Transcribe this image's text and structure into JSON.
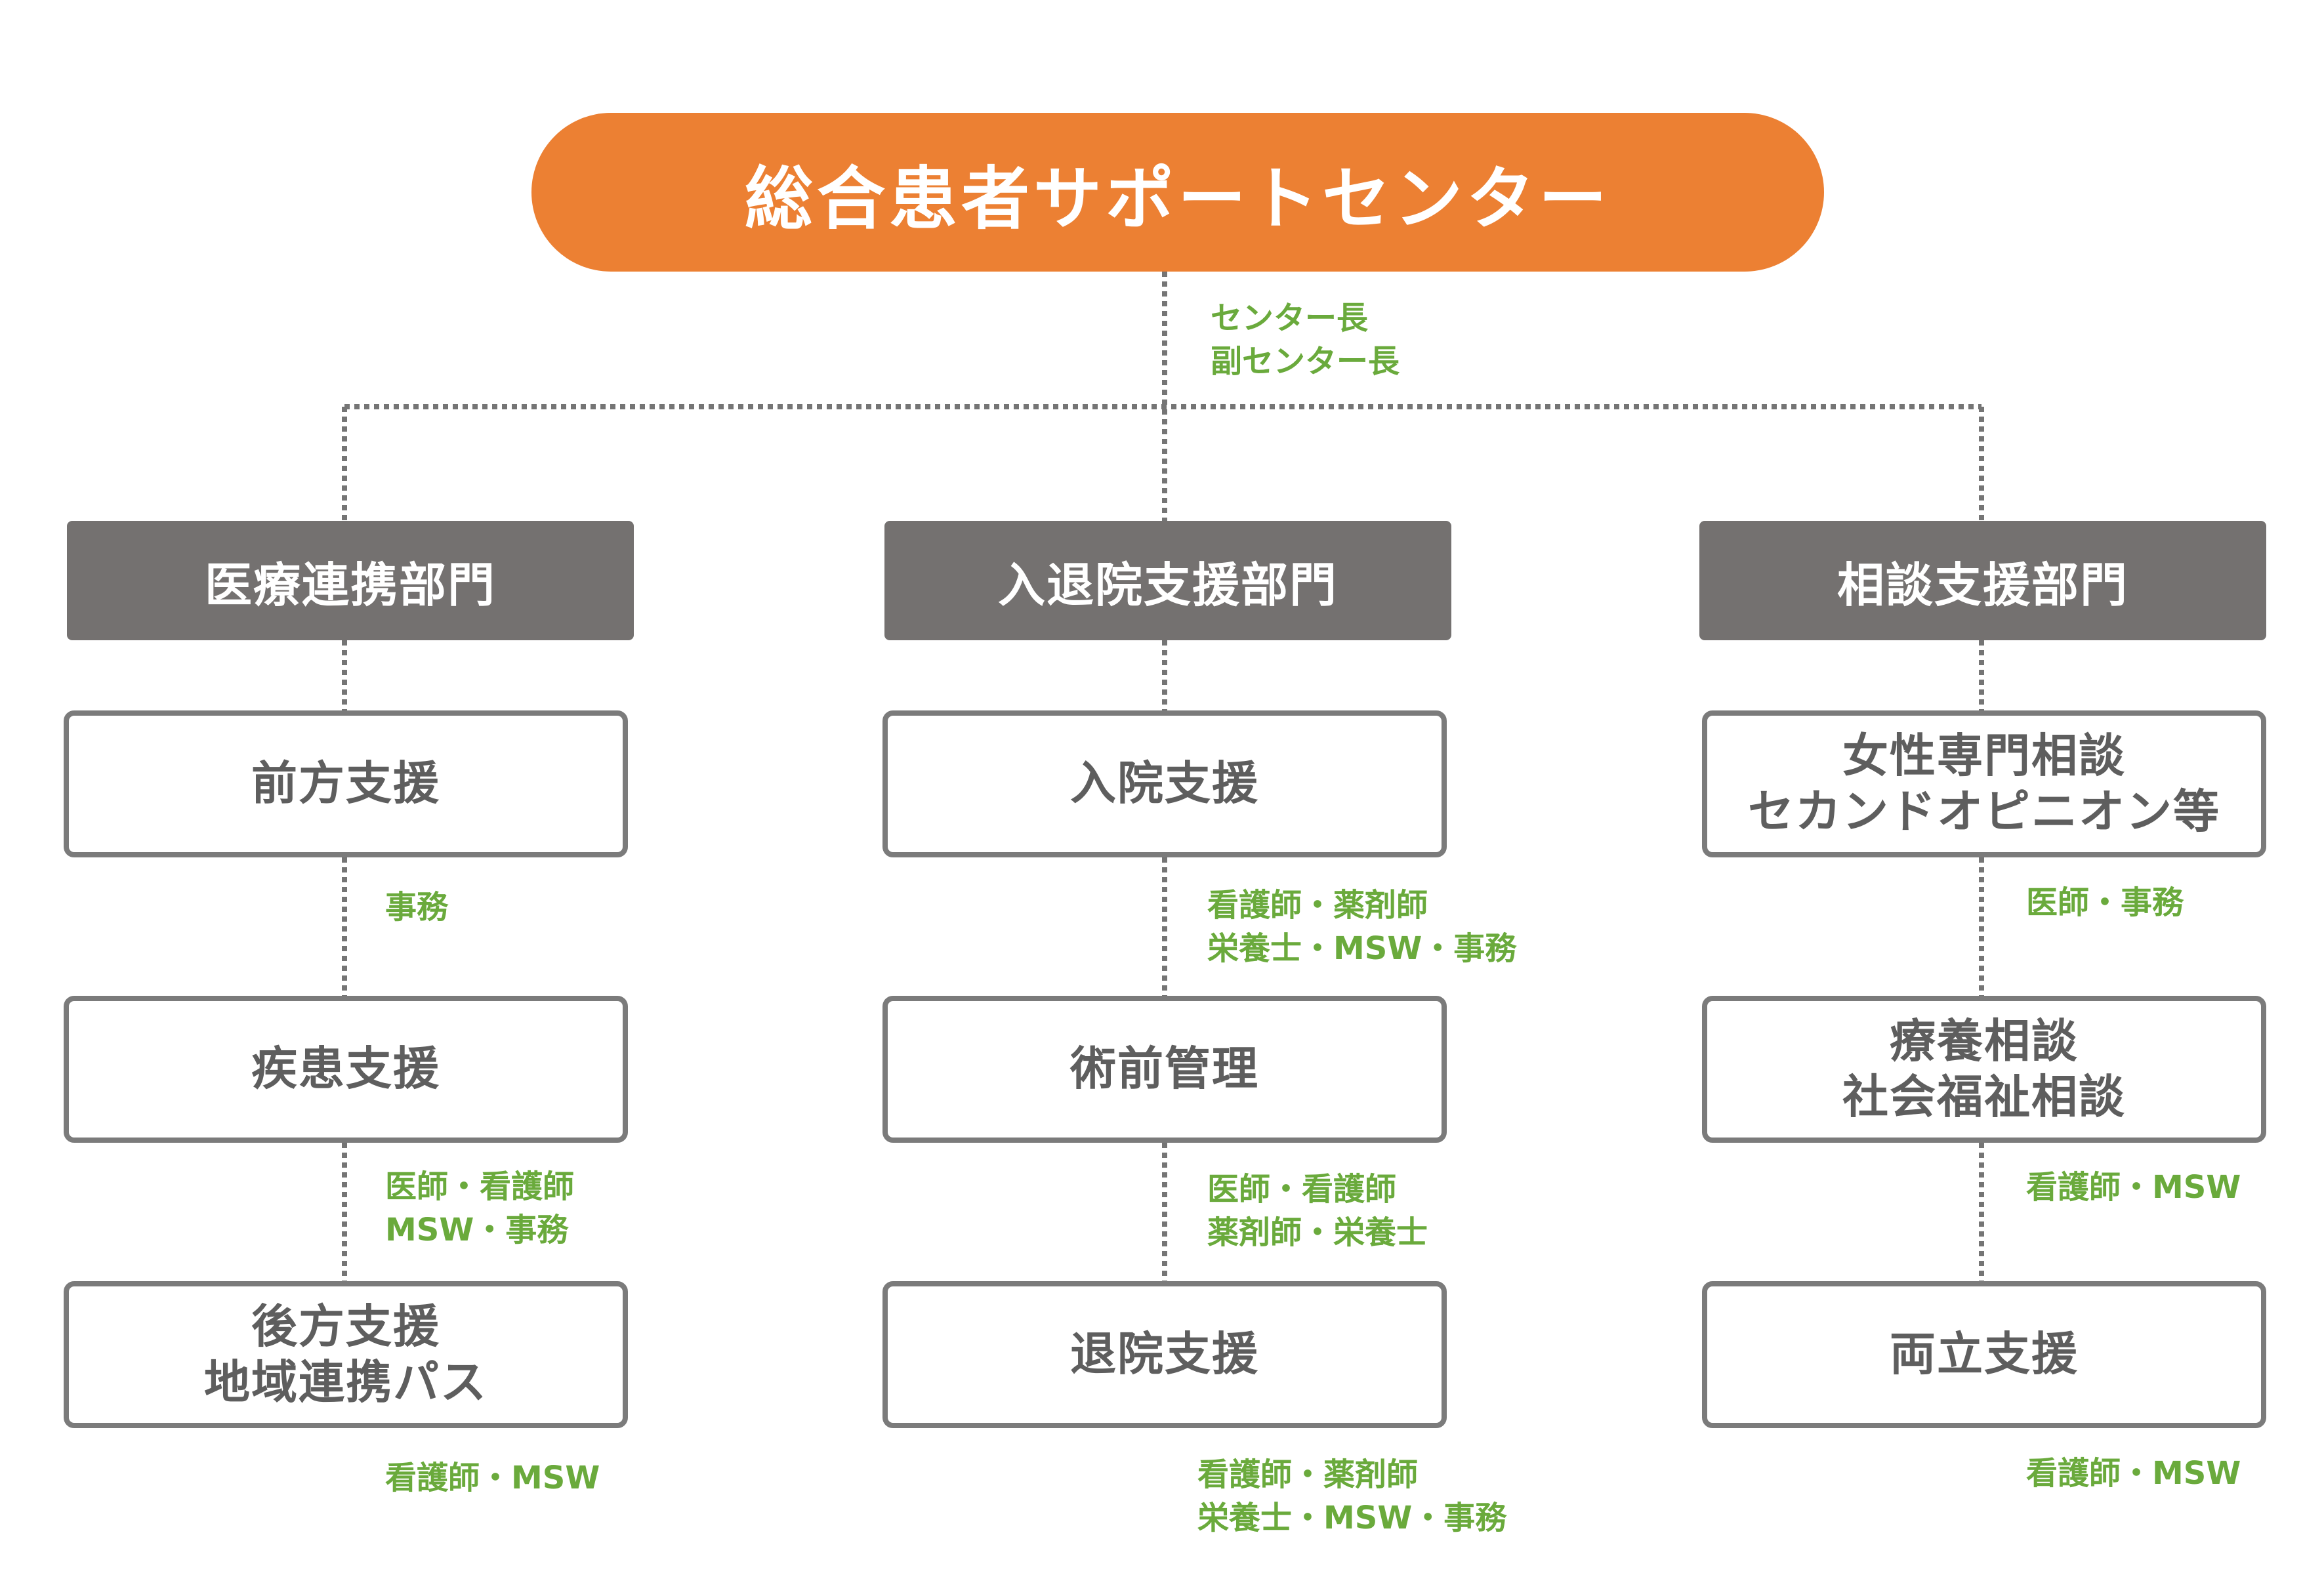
{
  "center": {
    "title": "総合患者サポートセンター",
    "staff": [
      "センター長",
      "副センター長"
    ]
  },
  "departments": [
    {
      "title": "医療連携部門",
      "items": [
        {
          "lines": [
            "前方支援"
          ],
          "staff": [
            "事務"
          ]
        },
        {
          "lines": [
            "疾患支援"
          ],
          "staff": [
            "医師・看護師",
            "MSW・事務"
          ]
        },
        {
          "lines": [
            "後方支援",
            "地域連携パス"
          ],
          "staff": [
            "看護師・MSW"
          ]
        }
      ]
    },
    {
      "title": "入退院支援部門",
      "items": [
        {
          "lines": [
            "入院支援"
          ],
          "staff": [
            "看護師・薬剤師",
            "栄養士・MSW・事務"
          ]
        },
        {
          "lines": [
            "術前管理"
          ],
          "staff": [
            "医師・看護師",
            "薬剤師・栄養士"
          ]
        },
        {
          "lines": [
            "退院支援"
          ],
          "staff": [
            "看護師・薬剤師",
            "栄養士・MSW・事務"
          ]
        }
      ]
    },
    {
      "title": "相談支援部門",
      "items": [
        {
          "lines": [
            "女性専門相談",
            "セカンドオピニオン等"
          ],
          "staff": [
            "医師・事務"
          ]
        },
        {
          "lines": [
            "療養相談",
            "社会福祉相談"
          ],
          "staff": [
            "看護師・MSW"
          ]
        },
        {
          "lines": [
            "両立支援"
          ],
          "staff": [
            "看護師・MSW"
          ]
        }
      ]
    }
  ],
  "colors": {
    "center": "#ec8033",
    "department": "#747170",
    "staff_text": "#6aaa3c",
    "box_border": "#7b7b7b"
  }
}
